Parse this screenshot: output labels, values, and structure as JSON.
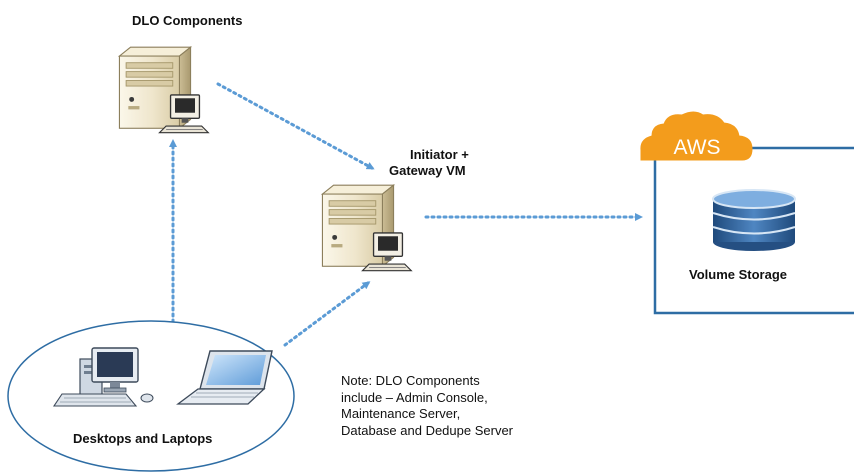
{
  "nodes": {
    "dlo_components": {
      "label": "DLO Components",
      "icon": "server-tower-icon"
    },
    "gateway": {
      "label_line1": "Initiator +",
      "label_line2": "Gateway VM",
      "icon": "server-tower-icon"
    },
    "aws": {
      "badge": "AWS",
      "storage_label": "Volume Storage",
      "icon": "database-icon"
    },
    "clients": {
      "label": "Desktops and Laptops",
      "icons": [
        "desktop-computer-icon",
        "laptop-icon"
      ]
    }
  },
  "note": {
    "lines": [
      "Note: DLO Components",
      "include – Admin Console,",
      "Maintenance Server,",
      "Database and Dedupe  Server"
    ]
  },
  "colors": {
    "arrow": "#5b9bd5",
    "aws_orange": "#f39c1c",
    "aws_border": "#2e6da4",
    "database_blue": "#2f5f95",
    "server_tan": "#e6dcc0"
  }
}
